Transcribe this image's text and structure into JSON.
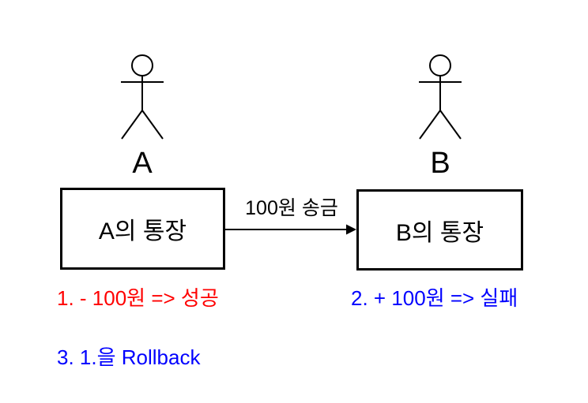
{
  "diagram": {
    "title_hint": "transaction rollback diagram",
    "actors": [
      {
        "label": "A"
      },
      {
        "label": "B"
      }
    ],
    "accounts": [
      {
        "label": "A의 통장"
      },
      {
        "label": "B의 통장"
      }
    ],
    "transfer_arrow": {
      "label": "100원 송금",
      "direction": "left-to-right"
    },
    "annotations": [
      {
        "text": "1. - 100원 => 성공",
        "color": "#ff0000"
      },
      {
        "text": "2. + 100원 => 실패",
        "color": "#0000ff"
      },
      {
        "text": "3. 1.을 Rollback",
        "color": "#0000ff"
      }
    ],
    "colors": {
      "background": "#ffffff",
      "stroke": "#000000",
      "success_annotation": "#ff0000",
      "info_annotation": "#0000ff"
    }
  }
}
